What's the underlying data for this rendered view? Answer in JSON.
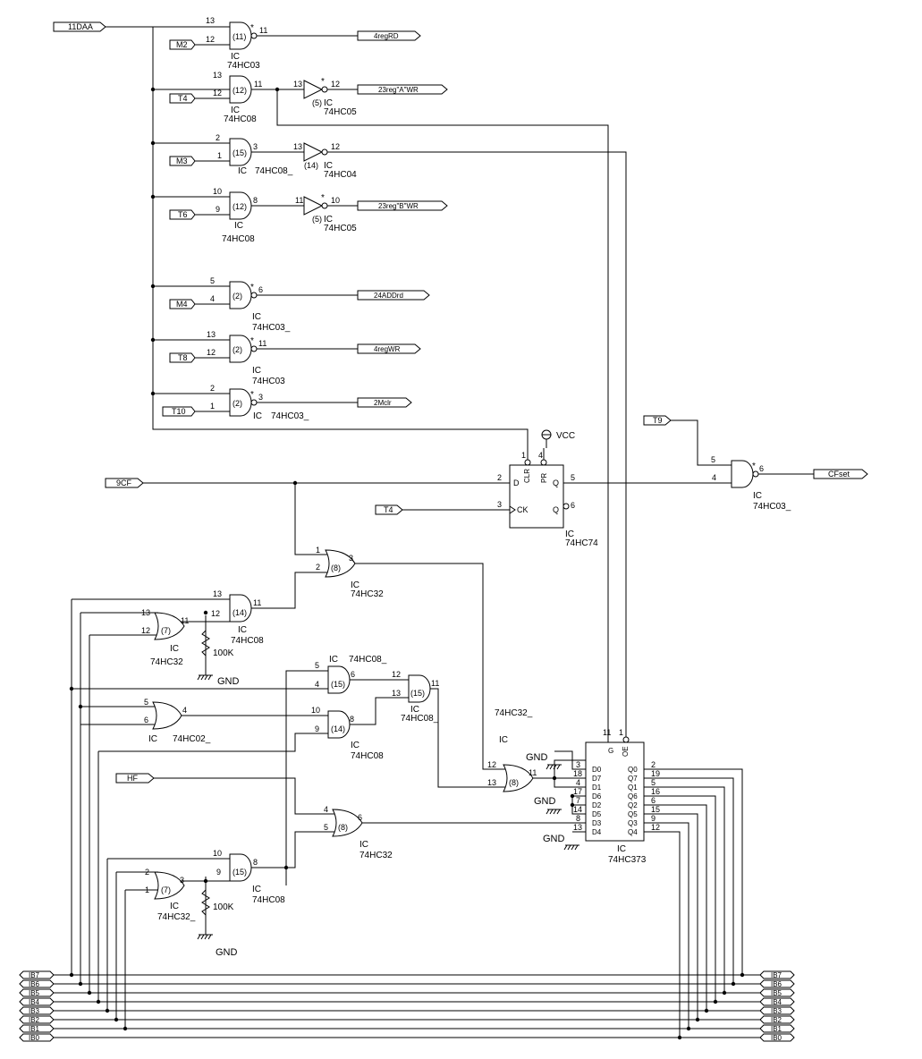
{
  "ports": {
    "in_11daa": "11DAA",
    "m2": "M2",
    "t4a": "T4",
    "m3": "M3",
    "t6": "T6",
    "m4": "M4",
    "t8": "T8",
    "t10": "T10",
    "t9": "T9",
    "cf9": "9CF",
    "t4b": "T4",
    "hf": "HF",
    "out_4regrd": "4regRD",
    "out_23rega": "23reg\"A\"WR",
    "out_23regb": "23reg\"B\"WR",
    "out_24addrd": "24ADDrd",
    "out_4regwr": "4regWR",
    "out_2mclr": "2Mclr",
    "out_cfset": "CFset"
  },
  "parts": {
    "ic": "IC",
    "hc03": "74HC03",
    "hc03u": "74HC03_",
    "hc08": "74HC08",
    "hc08u": "74HC08_",
    "hc05": "74HC05",
    "hc04": "74HC04",
    "hc32": "74HC32",
    "hc32u": "74HC32_",
    "hc02u": "74HC02_",
    "hc74": "74HC74",
    "hc373": "74HC373",
    "r100k": "100K",
    "gnd": "GND",
    "vcc": "VCC"
  },
  "gate_units": {
    "u11": "(11)",
    "u12": "(12)",
    "u15": "(15)",
    "u5": "(5)",
    "u14": "(14)",
    "u2": "(2)",
    "u8": "(8)",
    "u7": "(7)",
    "star": "*"
  },
  "pins": [
    "1",
    "2",
    "3",
    "4",
    "5",
    "6",
    "7",
    "8",
    "9",
    "10",
    "11",
    "12",
    "13",
    "14",
    "15",
    "16",
    "17",
    "18",
    "19"
  ],
  "ff_pins": {
    "d": "D",
    "clr": "CLR",
    "pr": "PR",
    "q": "Q",
    "qn": "Q",
    "ck": "CK"
  },
  "latch_pins": {
    "left": [
      "D0",
      "D7",
      "D1",
      "D6",
      "D2",
      "D5",
      "D3",
      "D4"
    ],
    "right": [
      "Q0",
      "Q7",
      "Q1",
      "Q6",
      "Q2",
      "Q5",
      "Q3",
      "Q4"
    ],
    "g": "G",
    "oe": "OE"
  },
  "bus": [
    "IB7",
    "IB6",
    "IB5",
    "IB4",
    "IB3",
    "IB2",
    "IB1",
    "IB0"
  ]
}
